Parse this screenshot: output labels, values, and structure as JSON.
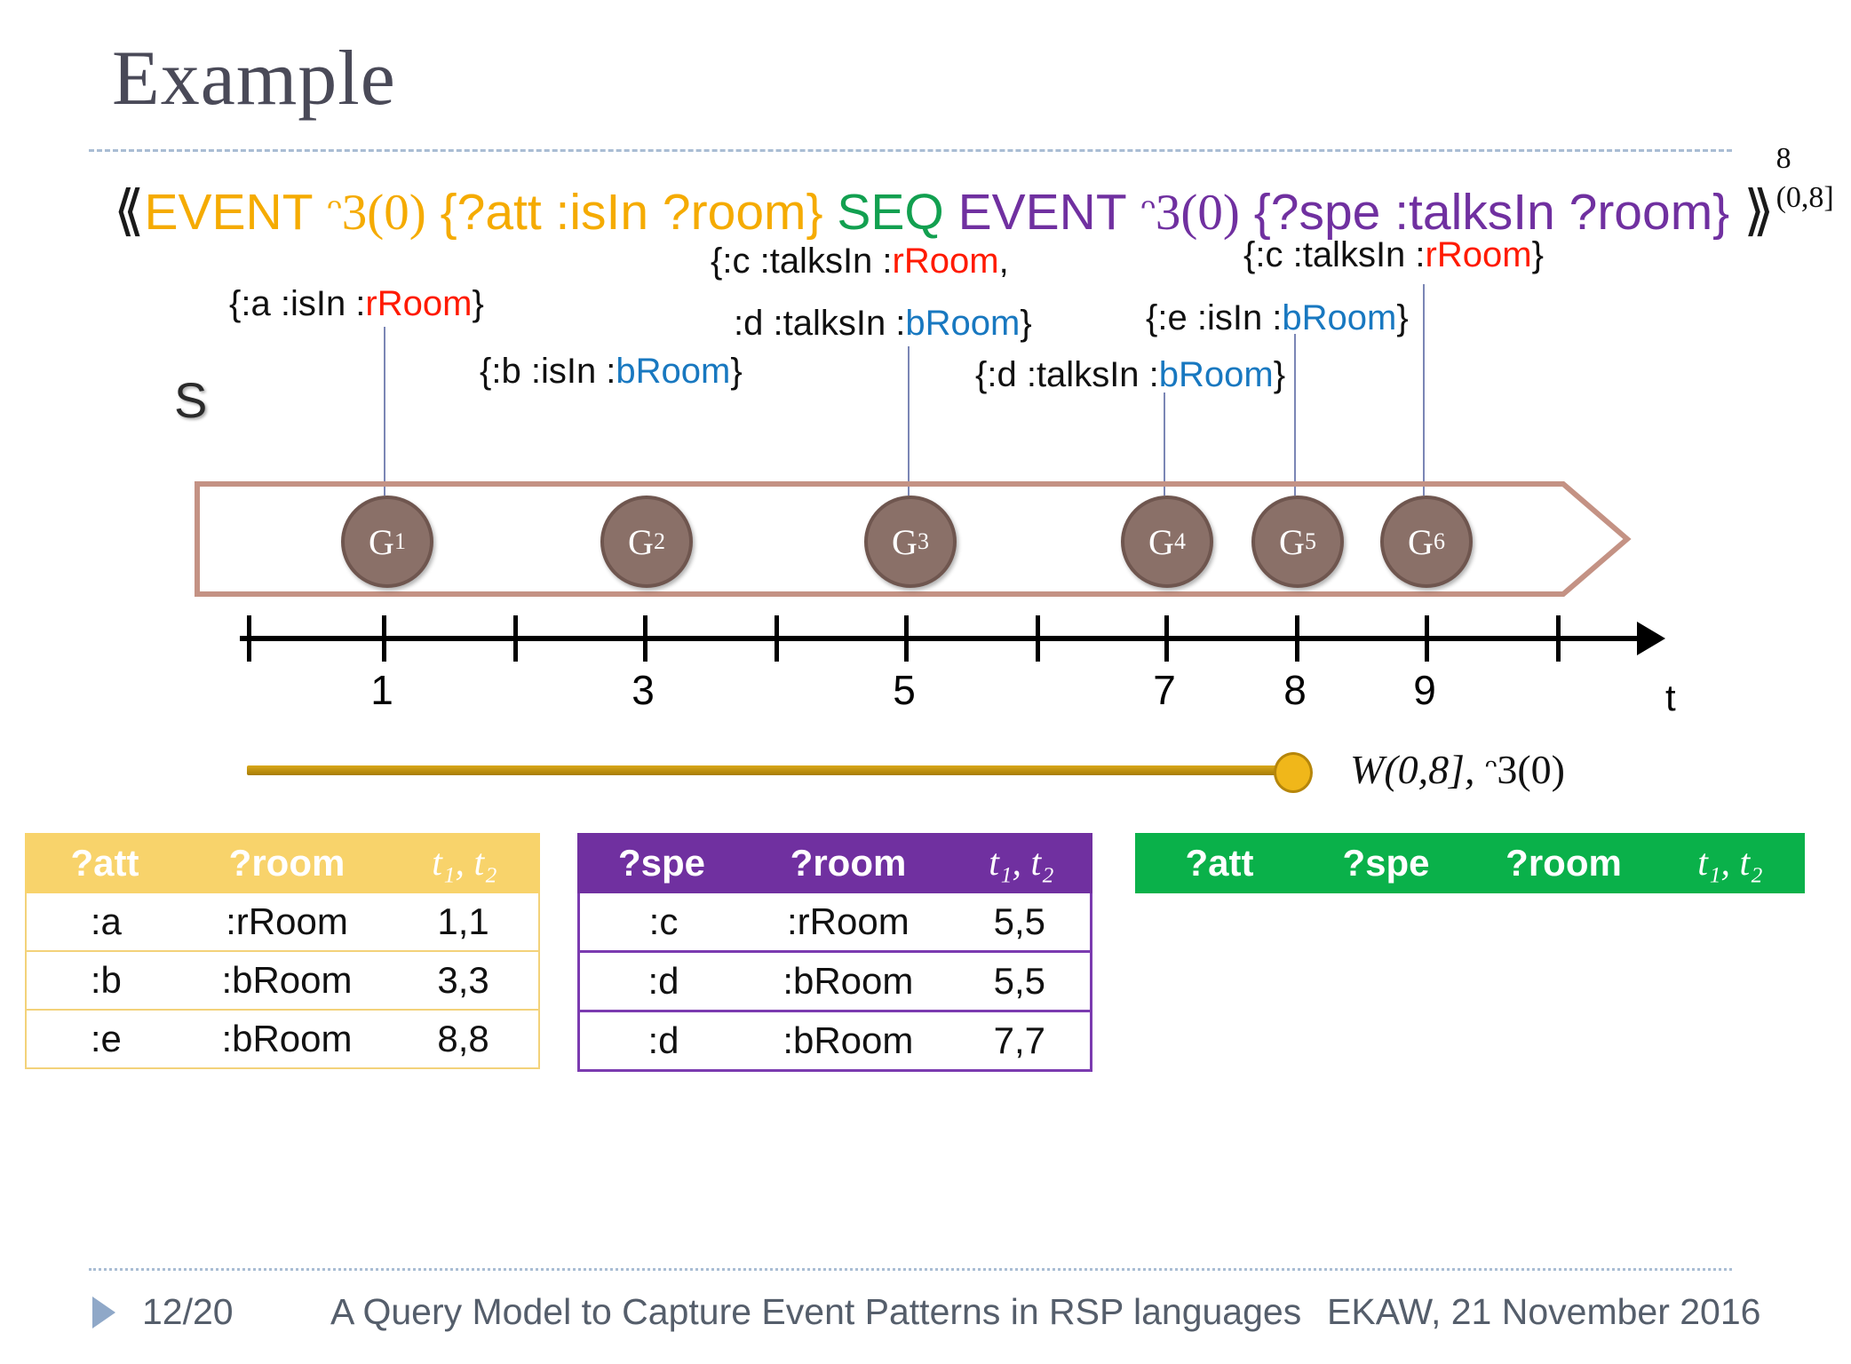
{
  "slide": {
    "title": "Example"
  },
  "query": {
    "open_bracket": "⟪",
    "close_bracket": "⟫",
    "part1_keyword": "EVENT",
    "part1_lang": "ᵔ3(0)",
    "part1_pattern": "{?att :isIn ?room}",
    "operator": "SEQ",
    "part2_keyword": "EVENT",
    "part2_lang": "ᵔ3(0)",
    "part2_pattern": "{?spe :talksIn ?room}",
    "superscript": "8",
    "subscript": "(0,8]",
    "colors": {
      "event1": "#f5ab00",
      "seq": "#12a050",
      "event2": "#7030a0"
    }
  },
  "diagram": {
    "stream_label": "S",
    "axis_variable": "t",
    "tick_labels": [
      "1",
      "3",
      "5",
      "7",
      "8",
      "9"
    ],
    "graphs": [
      {
        "name": "G",
        "index": "1"
      },
      {
        "name": "G",
        "index": "2"
      },
      {
        "name": "G",
        "index": "3"
      },
      {
        "name": "G",
        "index": "4"
      },
      {
        "name": "G",
        "index": "5"
      },
      {
        "name": "G",
        "index": "6"
      }
    ],
    "annotations": [
      {
        "id": "g1",
        "prefix": "{:a :isIn :",
        "value": "rRoom",
        "suffix": "}",
        "color": "#ff1a00"
      },
      {
        "id": "g2",
        "prefix": "{:b :isIn :",
        "value": "bRoom",
        "suffix": "}",
        "color": "#1878c0"
      },
      {
        "id": "g3-line1",
        "prefix": "{:c :talksIn :",
        "value": "rRoom",
        "suffix": ",",
        "color": "#ff1a00"
      },
      {
        "id": "g3-line2",
        "prefix": ":d :talksIn :",
        "value": "bRoom",
        "suffix": "}",
        "color": "#1878c0"
      },
      {
        "id": "g4",
        "prefix": "{:d :talksIn :",
        "value": "bRoom",
        "suffix": "}",
        "color": "#1878c0"
      },
      {
        "id": "g5",
        "prefix": "{:e :isIn :",
        "value": "bRoom",
        "suffix": "}",
        "color": "#1878c0"
      },
      {
        "id": "g6",
        "prefix": "{:c :talksIn :",
        "value": "rRoom",
        "suffix": "}",
        "color": "#ff1a00"
      }
    ],
    "window": {
      "label_w": "W",
      "label_interval": "(0,8],",
      "label_lang": "ᵔ3(0)",
      "color": "#c59a14"
    }
  },
  "tables": [
    {
      "id": "att-table",
      "accent": "#f8d36b",
      "headers": [
        "?att",
        "?room",
        "t₁, t₂"
      ],
      "rows": [
        [
          ":a",
          ":rRoom",
          "1,1"
        ],
        [
          ":b",
          ":bRoom",
          "3,3"
        ],
        [
          ":e",
          ":bRoom",
          "8,8"
        ]
      ]
    },
    {
      "id": "spe-table",
      "accent": "#7030a0",
      "headers": [
        "?spe",
        "?room",
        "t₁, t₂"
      ],
      "rows": [
        [
          ":c",
          ":rRoom",
          "5,5"
        ],
        [
          ":d",
          ":bRoom",
          "5,5"
        ],
        [
          ":d",
          ":bRoom",
          "7,7"
        ]
      ]
    },
    {
      "id": "result-table",
      "accent": "#0ab14a",
      "headers": [
        "?att",
        "?spe",
        "?room",
        "t₁, t₂"
      ],
      "rows": []
    }
  ],
  "footer": {
    "page": "12/20",
    "subject": "A Query Model to Capture Event Patterns in RSP languages",
    "venue": "EKAW, 21 November 2016"
  }
}
